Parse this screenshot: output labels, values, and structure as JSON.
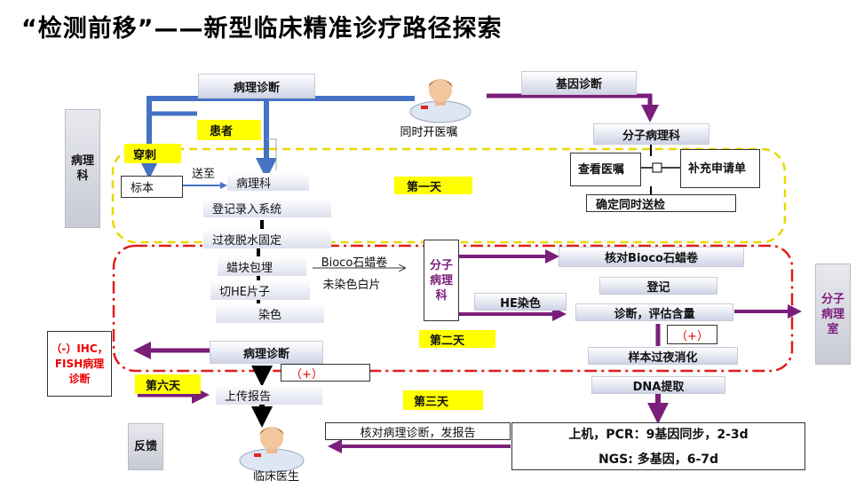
{
  "title": "“检测前移”——新型临床精准诊疗路径探索",
  "nodes": {
    "pathology_diagnosis_top": "病理诊断",
    "gene_diagnosis": "基因诊断",
    "doctor_order": "同时开医嘱",
    "patient": "患者",
    "puncture": "穿刺",
    "send_to": "送至",
    "specimen": "标本",
    "pathology_dept": "病理科",
    "register_system": "登记录入系统",
    "overnight_dehydration": "过夜脱水固定",
    "wax_embedding": "蜡块包埋",
    "bioco_wax_roll": "Bioco石蜡卷",
    "unstained_slide": "未染色白片",
    "cut_he_slide": "切HE片子",
    "staining": "染色",
    "pathology_diagnosis_mid": "病理诊断",
    "upload_report": "上传报告",
    "clinician": "临床医生",
    "feedback": "反馈",
    "left_dept": "病理科",
    "ihc_fish": "（-）IHC，FISH病理诊断",
    "plus_left": "（+）",
    "mol_dept_top": "分子病理科",
    "view_order": "查看医嘱",
    "supplement_form": "补充申请单",
    "confirm_send": "确定同时送检",
    "mol_dept_mid": "分子病理科",
    "check_bioco": "核对Bioco石蜡卷",
    "he_stain": "HE染色",
    "register": "登记",
    "diag_assess": "诊断，评估含量",
    "plus_right": "（+）",
    "overnight_digest": "样本过夜消化",
    "dna_extract": "DNA提取",
    "pcr_line": "上机，PCR：9基因同步，2-3d",
    "ngs_line": "NGS: 多基因，6-7d",
    "check_report": "核对病理诊断，发报告",
    "mol_lab": "分子病理室"
  },
  "day_labels": {
    "day1": "第一天",
    "day2": "第二天",
    "day3": "第三天",
    "day6": "第六天"
  },
  "colors": {
    "blue_arrow": "#4472c4",
    "purple_arrow": "#7b1e7a",
    "yellow_frame": "#e8d800",
    "red_frame": "#e11b1b",
    "highlight": "#ffff00"
  }
}
